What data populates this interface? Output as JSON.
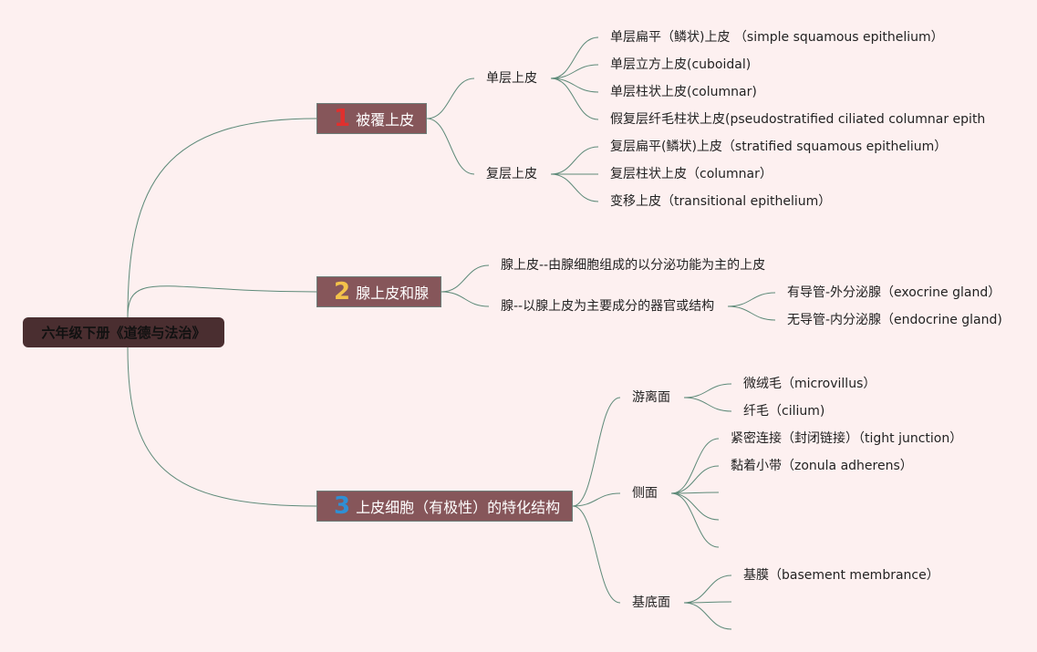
{
  "root": "六年级下册《道德与法治》",
  "colors": {
    "background": "#fdf0f0",
    "root": "#4a2e30",
    "main": "#86565a",
    "edge": "#5e8a79",
    "n1": "#e0302e",
    "n2": "#f3c24a",
    "n3": "#2f8fd4"
  },
  "branches": [
    {
      "num": "1",
      "label": "被覆上皮",
      "children": [
        {
          "label": "单层上皮",
          "leaves": [
            "单层扁平（鳞状)上皮 （simple squamous epithelium）",
            "单层立方上皮(cuboidal)",
            "单层柱状上皮(columnar)",
            "假复层纤毛柱状上皮(pseudostratified ciliated columnar epith"
          ]
        },
        {
          "label": "复层上皮",
          "leaves": [
            "复层扁平(鳞状)上皮（stratified squamous epithelium）",
            "复层柱状上皮（columnar）",
            "变移上皮（transitional epithelium）"
          ]
        }
      ]
    },
    {
      "num": "2",
      "label": "腺上皮和腺",
      "children": [
        {
          "label": "腺上皮--由腺细胞组成的以分泌功能为主的上皮",
          "leaves": []
        },
        {
          "label": "腺--以腺上皮为主要成分的器官或结构",
          "leaves": [
            "有导管-外分泌腺（exocrine gland）",
            "无导管-内分泌腺（endocrine gland)"
          ]
        }
      ]
    },
    {
      "num": "3",
      "label": "上皮细胞（有极性）的特化结构",
      "children": [
        {
          "label": "游离面",
          "leaves": [
            "微绒毛（microvillus）",
            "纤毛（cilium)"
          ]
        },
        {
          "label": "侧面",
          "leaves": [
            "紧密连接（封闭链接）（tight junction）",
            "黏着小带（zonula adherens）"
          ]
        },
        {
          "label": "基底面",
          "leaves": [
            "基膜（basement membrance）"
          ]
        }
      ]
    }
  ]
}
